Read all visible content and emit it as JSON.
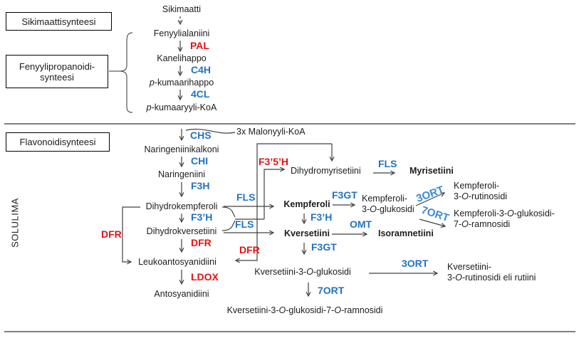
{
  "diagram": {
    "boxes": {
      "shikimate": "Sikimaattisynteesi",
      "phenylpropanoid_l1": "Fenyylipropanoidi-",
      "phenylpropanoid_l2": "synteesi",
      "flavonoid": "Flavonoidisynteesi"
    },
    "membrane_label": "SOLULIMA",
    "compounds": {
      "sikimaatti": "Sikimaatti",
      "fenyylialaniini": "Fenyylialaniini",
      "kanelihappo": "Kanelihappo",
      "p_kumaarihappo": [
        "",
        "p",
        "-kumaarihappo"
      ],
      "p_kumaaryyli_koa": [
        "",
        "p",
        "-kumaaryyli-KoA"
      ],
      "malonyyli_koa": "3x Malonyyli-KoA",
      "naringeniinikalkoni": "Naringeniinikalkoni",
      "naringeniini": "Naringeniini",
      "dihydrokempferoli": "Dihydrokempferoli",
      "dihydrokversetiini": "Dihydrokversetiini",
      "leukoantosyanidiini": "Leukoantosyanidiini",
      "antosyanidiini": "Antosyanidiini",
      "dihydromyrisetiini": "Dihydromyrisetiini",
      "myrisetiini": "Myrisetiini",
      "kempferoli": "Kempferoli",
      "kversetiini": "Kversetiini",
      "isoramnetiini": "Isoramnetiini",
      "kempferoli_glukosidi_l1": "Kempferoli-",
      "kempferoli_glukosidi_l2": [
        "3-",
        "O",
        "-glukosidi"
      ],
      "kempferoli_rutinosidi_l1": "Kempferoli-",
      "kempferoli_rutinosidi_l2": [
        "3-",
        "O",
        "-rutinosidi"
      ],
      "kempferoli_gluk_ramnosidi_l1": [
        "Kempferoli-3-",
        "O",
        "-glukosidi-"
      ],
      "kempferoli_gluk_ramnosidi_l2": [
        "7-",
        "O",
        "-ramnosidi"
      ],
      "kversetiini_glukosidi": [
        "Kversetiini-3-",
        "O",
        "-glukosidi"
      ],
      "kversetiini_rutinosidi_l1": "Kversetiini-",
      "kversetiini_rutinosidi_l2": [
        "3-",
        "O",
        "-rutinosidi eli rutiini"
      ],
      "kversetiini_gluk_ramnosidi": [
        "Kversetiini-3-",
        "O",
        "-glukosidi-7-",
        "O",
        "-ramnosidi"
      ]
    },
    "enzymes": {
      "pal": "PAL",
      "c4h": "C4H",
      "cl4": "4CL",
      "chs": "CHS",
      "chi": "CHI",
      "f3h": "F3H",
      "f3ph": "F3’H",
      "f35h": "F3’5’H",
      "fls": "FLS",
      "dfr": "DFR",
      "ldox": "LDOX",
      "f3gt": "F3GT",
      "omt": "OMT",
      "ort3": "3ORT",
      "ort7": "7ORT"
    },
    "colors": {
      "enzyme_red": "#e31313",
      "enzyme_blue": "#2173c4",
      "enzyme_blue_light": "#3a8ad6",
      "line": "#404040"
    }
  }
}
